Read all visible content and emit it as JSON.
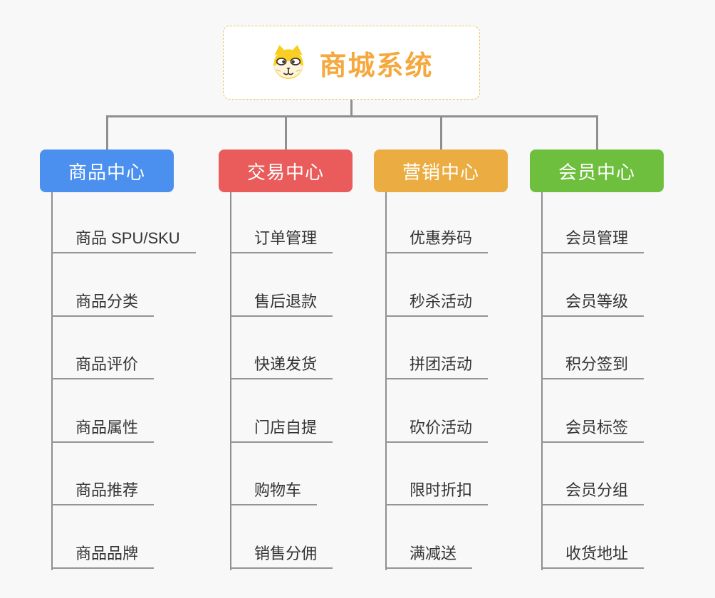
{
  "page": {
    "background": "#f8f8f8",
    "connector_color": "#8F8F8F"
  },
  "root": {
    "title": "商城系统",
    "icon": "dog-face-icon",
    "text_color": "#F5A83E",
    "border_color": "#F2C06A"
  },
  "branches": [
    {
      "id": "product-center",
      "label": "商品中心",
      "color": "#4B8FEF",
      "children": [
        "商品 SPU/SKU",
        "商品分类",
        "商品评价",
        "商品属性",
        "商品推荐",
        "商品品牌"
      ]
    },
    {
      "id": "trade-center",
      "label": "交易中心",
      "color": "#E95C5B",
      "children": [
        "订单管理",
        "售后退款",
        "快递发货",
        "门店自提",
        "购物车",
        "销售分佣"
      ]
    },
    {
      "id": "marketing-center",
      "label": "营销中心",
      "color": "#EBAD41",
      "children": [
        "优惠券码",
        "秒杀活动",
        "拼团活动",
        "砍价活动",
        "限时折扣",
        "满减送"
      ]
    },
    {
      "id": "member-center",
      "label": "会员中心",
      "color": "#6FBF3E",
      "children": [
        "会员管理",
        "会员等级",
        "积分签到",
        "会员标签",
        "会员分组",
        "收货地址"
      ]
    }
  ]
}
